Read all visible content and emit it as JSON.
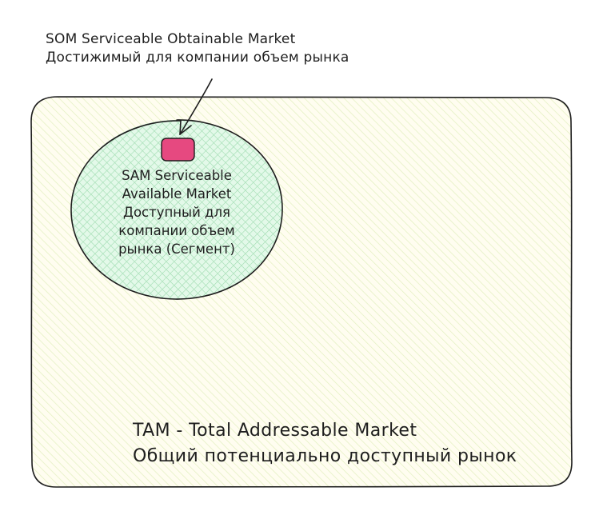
{
  "colors": {
    "stroke": "#1e1e1e",
    "tam_fill": "#fff9db",
    "tam_hatch": "#dcedb0",
    "sam_fill": "#ccf5d9",
    "sam_hatch": "#8fd6a5",
    "som_fill": "#e64980"
  },
  "som": {
    "line1": "SOM Serviceable Obtainable Market",
    "line2": "Достижимый для компании объем рынка"
  },
  "sam": {
    "line1": "SAM Serviceable",
    "line2": "Available Market",
    "line3": "Доступный для",
    "line4": "компании объем",
    "line5": "рынка (Сегмент)"
  },
  "tam": {
    "line1": "TAM - Total Addressable Market",
    "line2": "Общий потенциально доступный рынок"
  }
}
